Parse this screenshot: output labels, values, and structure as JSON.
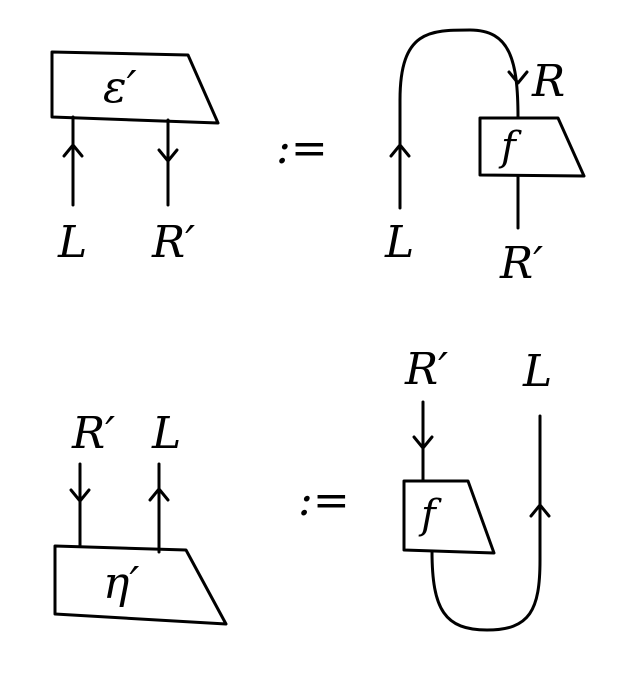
{
  "equations": [
    {
      "lhs": {
        "box_label": "ε′",
        "wire_left_label": "L",
        "wire_right_label": "R′",
        "wire_left_direction": "up",
        "wire_right_direction": "down"
      },
      "defined_as": ":=",
      "rhs": {
        "box_label": "f",
        "top_wire_label": "R",
        "bottom_wire_label": "R′",
        "loop_wire_label": "L"
      }
    },
    {
      "lhs": {
        "box_label": "η′",
        "wire_left_label": "R′",
        "wire_right_label": "L",
        "wire_left_direction": "down",
        "wire_right_direction": "up"
      },
      "defined_as": ":=",
      "rhs": {
        "box_label": "f",
        "top_wire_label": "R′",
        "loop_wire_label": "L"
      }
    }
  ],
  "style": {
    "ink": "#000000",
    "background": "#ffffff"
  }
}
